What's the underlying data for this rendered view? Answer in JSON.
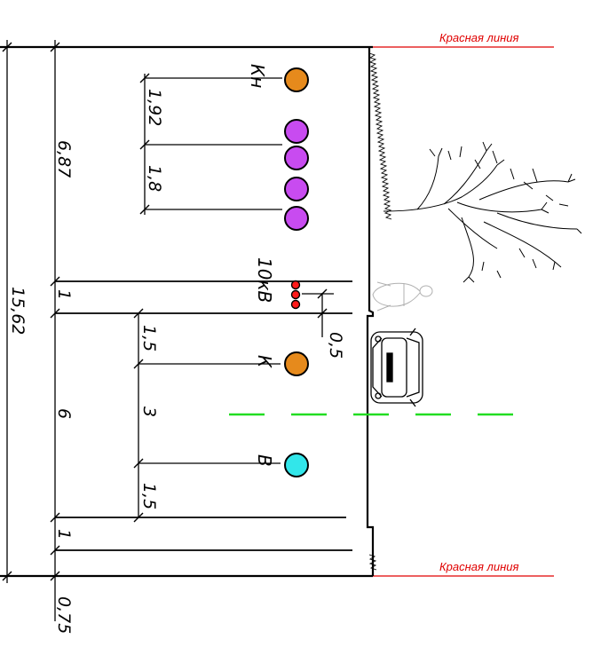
{
  "red_line_label": "Красная линия",
  "dimensions": {
    "total": "15,62",
    "left_zone": "6,87",
    "strip_1": "1",
    "center_zone": "6",
    "strip_2": "1",
    "bottom_offset": "0,75",
    "kn_to_group": "1,92",
    "group_spacing": "1,8",
    "cable_offset": "0,5",
    "k_offset": "1,5",
    "kv_spacing": "3",
    "v_offset": "1,5"
  },
  "utilities": {
    "kn": "Кн",
    "cable": "10кВ",
    "k": "К",
    "v": "В"
  },
  "colors": {
    "red_line": "#e00000",
    "kn_fill": "#e68a1c",
    "k_fill": "#e68a1c",
    "group_fill": "#c84bf0",
    "v_fill": "#32e6ea",
    "cable_fill": "#ff1a1a",
    "dash_line": "#22dd22"
  },
  "icons": [
    "tree-icon",
    "pedestrian-icon",
    "car-icon"
  ]
}
